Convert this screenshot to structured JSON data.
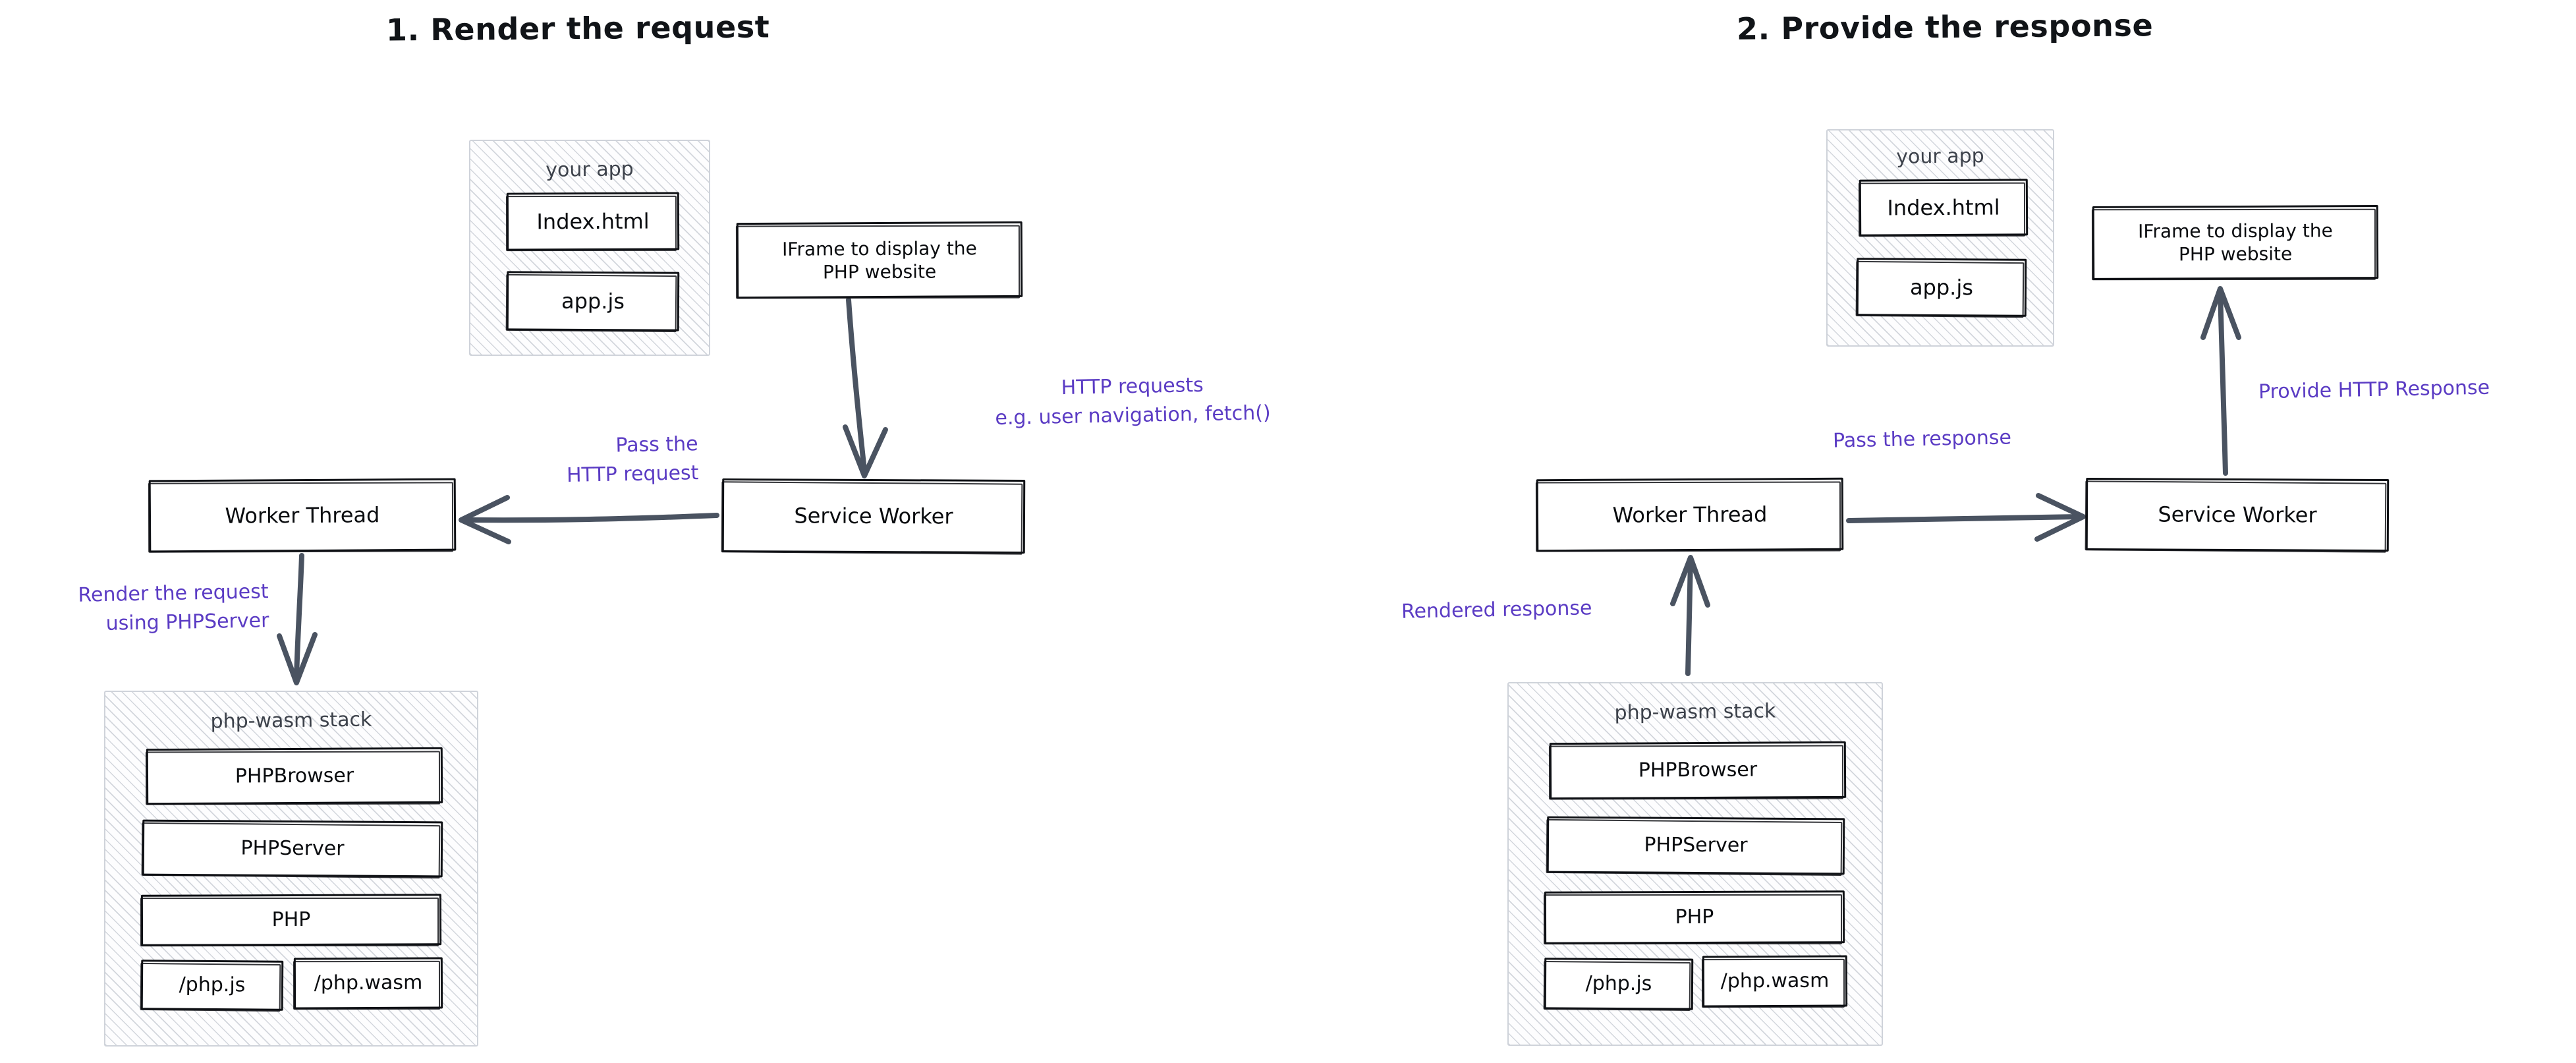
{
  "page": {
    "background": "#ffffff",
    "ink_color": "#0f1115",
    "arrow_color": "#4a5361",
    "note_color": "#5b3cc4",
    "group_border_color": "#cfd3da",
    "hatch_color": "#b0b6c1"
  },
  "panels": [
    {
      "id": "render-request",
      "title": "1. Render the request",
      "groups": [
        {
          "id": "your-app",
          "label": "your app",
          "boxes": [
            {
              "id": "index-html",
              "label": "Index.html"
            },
            {
              "id": "app-js",
              "label": "app.js"
            }
          ]
        },
        {
          "id": "php-wasm-stack",
          "label": "php-wasm stack",
          "boxes": [
            {
              "id": "php-browser",
              "label": "PHPBrowser"
            },
            {
              "id": "php-server",
              "label": "PHPServer"
            },
            {
              "id": "php",
              "label": "PHP"
            },
            {
              "id": "php-js",
              "label": "/php.js"
            },
            {
              "id": "php-wasm",
              "label": "/php.wasm"
            }
          ]
        }
      ],
      "nodes": [
        {
          "id": "iframe",
          "label": "IFrame to display the\nPHP website",
          "line1": "IFrame to display the",
          "line2": "PHP website"
        },
        {
          "id": "worker-thread",
          "label": "Worker Thread"
        },
        {
          "id": "service-worker",
          "label": "Service Worker"
        }
      ],
      "edges": [
        {
          "id": "iframe-to-sw",
          "from": "iframe",
          "to": "service-worker",
          "label_line1": "HTTP requests",
          "label_line2": "e.g. user navigation, fetch()"
        },
        {
          "id": "sw-to-worker",
          "from": "service-worker",
          "to": "worker-thread",
          "label_line1": "Pass the",
          "label_line2": "HTTP request"
        },
        {
          "id": "worker-to-stack",
          "from": "worker-thread",
          "to": "php-wasm-stack",
          "label_line1": "Render the request",
          "label_line2": "using PHPServer"
        }
      ]
    },
    {
      "id": "provide-response",
      "title": "2. Provide the response",
      "groups": [
        {
          "id": "your-app-2",
          "label": "your app",
          "boxes": [
            {
              "id": "index-html-2",
              "label": "Index.html"
            },
            {
              "id": "app-js-2",
              "label": "app.js"
            }
          ]
        },
        {
          "id": "php-wasm-stack-2",
          "label": "php-wasm stack",
          "boxes": [
            {
              "id": "php-browser-2",
              "label": "PHPBrowser"
            },
            {
              "id": "php-server-2",
              "label": "PHPServer"
            },
            {
              "id": "php-2",
              "label": "PHP"
            },
            {
              "id": "php-js-2",
              "label": "/php.js"
            },
            {
              "id": "php-wasm-2",
              "label": "/php.wasm"
            }
          ]
        }
      ],
      "nodes": [
        {
          "id": "iframe-2",
          "label": "IFrame to display the\nPHP website",
          "line1": "IFrame to display the",
          "line2": "PHP website"
        },
        {
          "id": "worker-thread-2",
          "label": "Worker Thread"
        },
        {
          "id": "service-worker-2",
          "label": "Service Worker"
        }
      ],
      "edges": [
        {
          "id": "stack-to-worker-2",
          "from": "php-wasm-stack-2",
          "to": "worker-thread-2",
          "label_line1": "Rendered response"
        },
        {
          "id": "worker-to-sw-2",
          "from": "worker-thread-2",
          "to": "service-worker-2",
          "label_line1": "Pass the response"
        },
        {
          "id": "sw-to-iframe-2",
          "from": "service-worker-2",
          "to": "iframe-2",
          "label_line1": "Provide HTTP Response"
        }
      ]
    }
  ]
}
